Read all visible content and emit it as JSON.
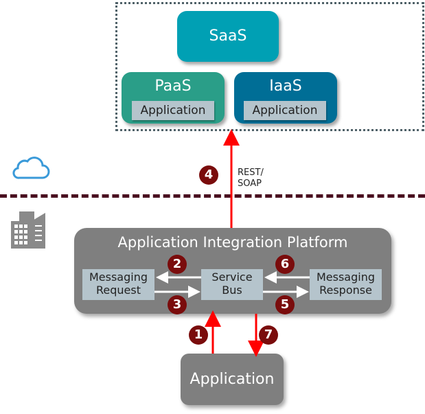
{
  "cloud": {
    "saas": "SaaS",
    "paas": {
      "title": "PaaS",
      "inner": "Application"
    },
    "iaas": {
      "title": "IaaS",
      "inner": "Application"
    }
  },
  "connection": {
    "protocol_line1": "REST/",
    "protocol_line2": "SOAP"
  },
  "platform": {
    "title": "Application Integration Platform",
    "messaging_request": {
      "line1": "Messaging",
      "line2": "Request"
    },
    "service_bus": {
      "line1": "Service",
      "line2": "Bus"
    },
    "messaging_response": {
      "line1": "Messaging",
      "line2": "Response"
    }
  },
  "application": "Application",
  "steps": [
    "1",
    "2",
    "3",
    "4",
    "5",
    "6",
    "7"
  ],
  "icons": {
    "cloud": "cloud-icon",
    "building": "building-icon"
  },
  "colors": {
    "saas": "#00a0b4",
    "paas": "#2a9e88",
    "iaas": "#006e96",
    "platform": "#7f7f7f",
    "badge": "#7a0c0c",
    "arrow_red": "#ff0000",
    "divider": "#4a1020"
  }
}
